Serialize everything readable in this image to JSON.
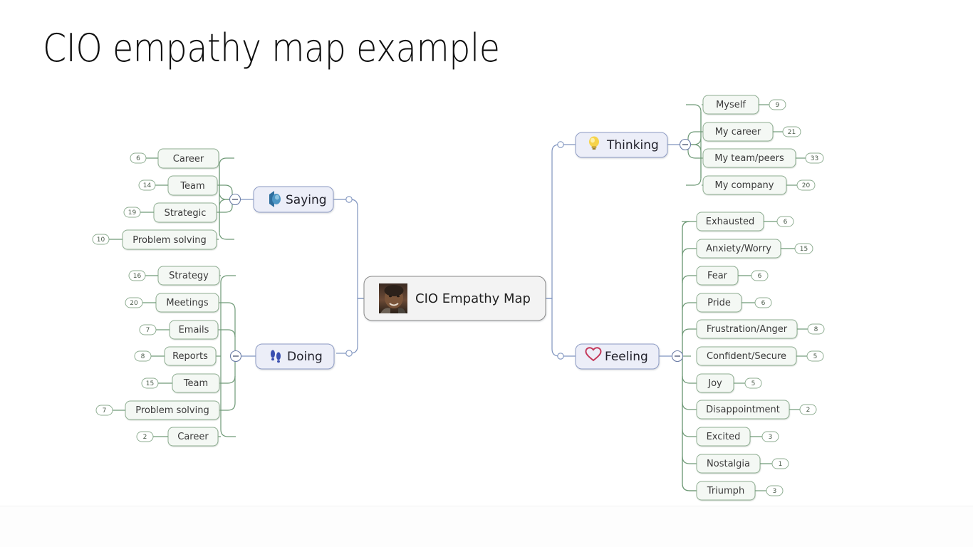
{
  "slide": {
    "title": "CIO empathy map example",
    "background_color": "#ffffff"
  },
  "colors": {
    "leaf_fill": "#f4f8f4",
    "leaf_border": "#8fae92",
    "branch_fill": "#eceef8",
    "branch_border": "#8d9bc4",
    "root_fill": "#f3f3f3",
    "root_border": "#8a8a8a",
    "green_link": "#6f9a77",
    "blue_link": "#7f94bf",
    "bulb_yellow": "#f2c431",
    "heart_red": "#c4385a",
    "foot_blue": "#3a4fb0",
    "speech_blue": "#2f6f9e"
  },
  "mindmap": {
    "root": {
      "label": "CIO Empathy Map",
      "avatar": "portrait-photo"
    },
    "branches": [
      {
        "id": "saying",
        "label": "Saying",
        "icon": "speech-bubble-icon",
        "side": "left",
        "collapsed_toggle": "minus",
        "children": [
          {
            "label": "Career",
            "count": "6"
          },
          {
            "label": "Team",
            "count": "14"
          },
          {
            "label": "Strategic",
            "count": "19"
          },
          {
            "label": "Problem solving",
            "count": "10"
          }
        ]
      },
      {
        "id": "doing",
        "label": "Doing",
        "icon": "footsteps-icon",
        "side": "left",
        "collapsed_toggle": "minus",
        "children": [
          {
            "label": "Strategy",
            "count": "16"
          },
          {
            "label": "Meetings",
            "count": "20"
          },
          {
            "label": "Emails",
            "count": "7"
          },
          {
            "label": "Reports",
            "count": "8"
          },
          {
            "label": "Team",
            "count": "15"
          },
          {
            "label": "Problem solving",
            "count": "7"
          },
          {
            "label": "Career",
            "count": "2"
          }
        ]
      },
      {
        "id": "thinking",
        "label": "Thinking",
        "icon": "lightbulb-icon",
        "side": "right",
        "collapsed_toggle": "minus",
        "children": [
          {
            "label": "Myself",
            "count": "9"
          },
          {
            "label": "My career",
            "count": "21"
          },
          {
            "label": "My team/peers",
            "count": "33"
          },
          {
            "label": "My company",
            "count": "20"
          }
        ]
      },
      {
        "id": "feeling",
        "label": "Feeling",
        "icon": "heart-icon",
        "side": "right",
        "collapsed_toggle": "minus",
        "children": [
          {
            "label": "Exhausted",
            "count": "6"
          },
          {
            "label": "Anxiety/Worry",
            "count": "15"
          },
          {
            "label": "Fear",
            "count": "6"
          },
          {
            "label": "Pride",
            "count": "6"
          },
          {
            "label": "Frustration/Anger",
            "count": "8"
          },
          {
            "label": "Confident/Secure",
            "count": "5"
          },
          {
            "label": "Joy",
            "count": "5"
          },
          {
            "label": "Disappointment",
            "count": "2"
          },
          {
            "label": "Excited",
            "count": "3"
          },
          {
            "label": "Nostalgia",
            "count": "1"
          },
          {
            "label": "Triumph",
            "count": "3"
          }
        ]
      }
    ]
  }
}
